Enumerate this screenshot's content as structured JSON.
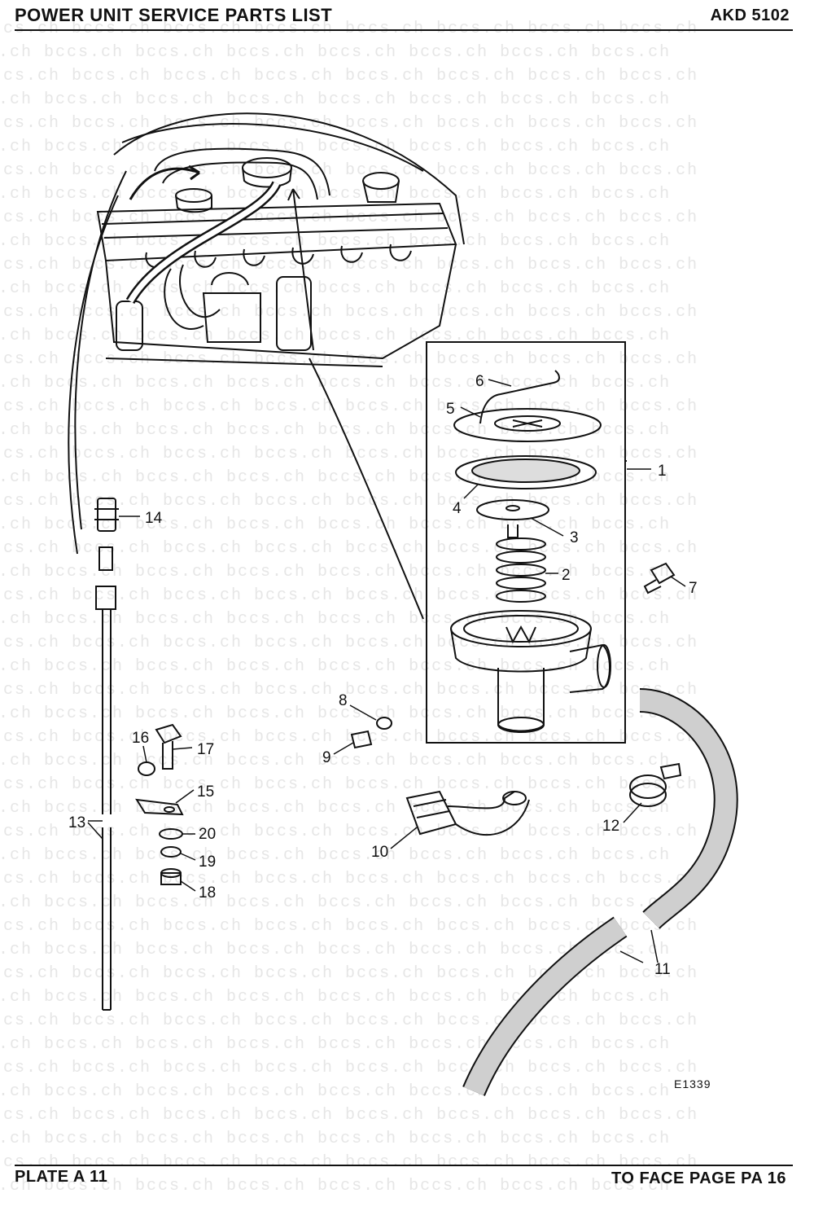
{
  "header": {
    "title": "POWER UNIT SERVICE PARTS LIST",
    "code": "AKD 5102"
  },
  "footer": {
    "plate": "PLATE A 11",
    "face_page": "TO FACE PAGE PA 16"
  },
  "watermark": "cs.ch bccs.ch bccs.ch bccs.ch bccs.ch bccs.ch bccs.ch bccs.ch",
  "drawing_ref": "E1339",
  "callouts": [
    "1",
    "2",
    "3",
    "4",
    "5",
    "6",
    "7",
    "8",
    "9",
    "10",
    "11",
    "11",
    "12",
    "13",
    "14",
    "15",
    "16",
    "17",
    "18",
    "19",
    "20"
  ]
}
